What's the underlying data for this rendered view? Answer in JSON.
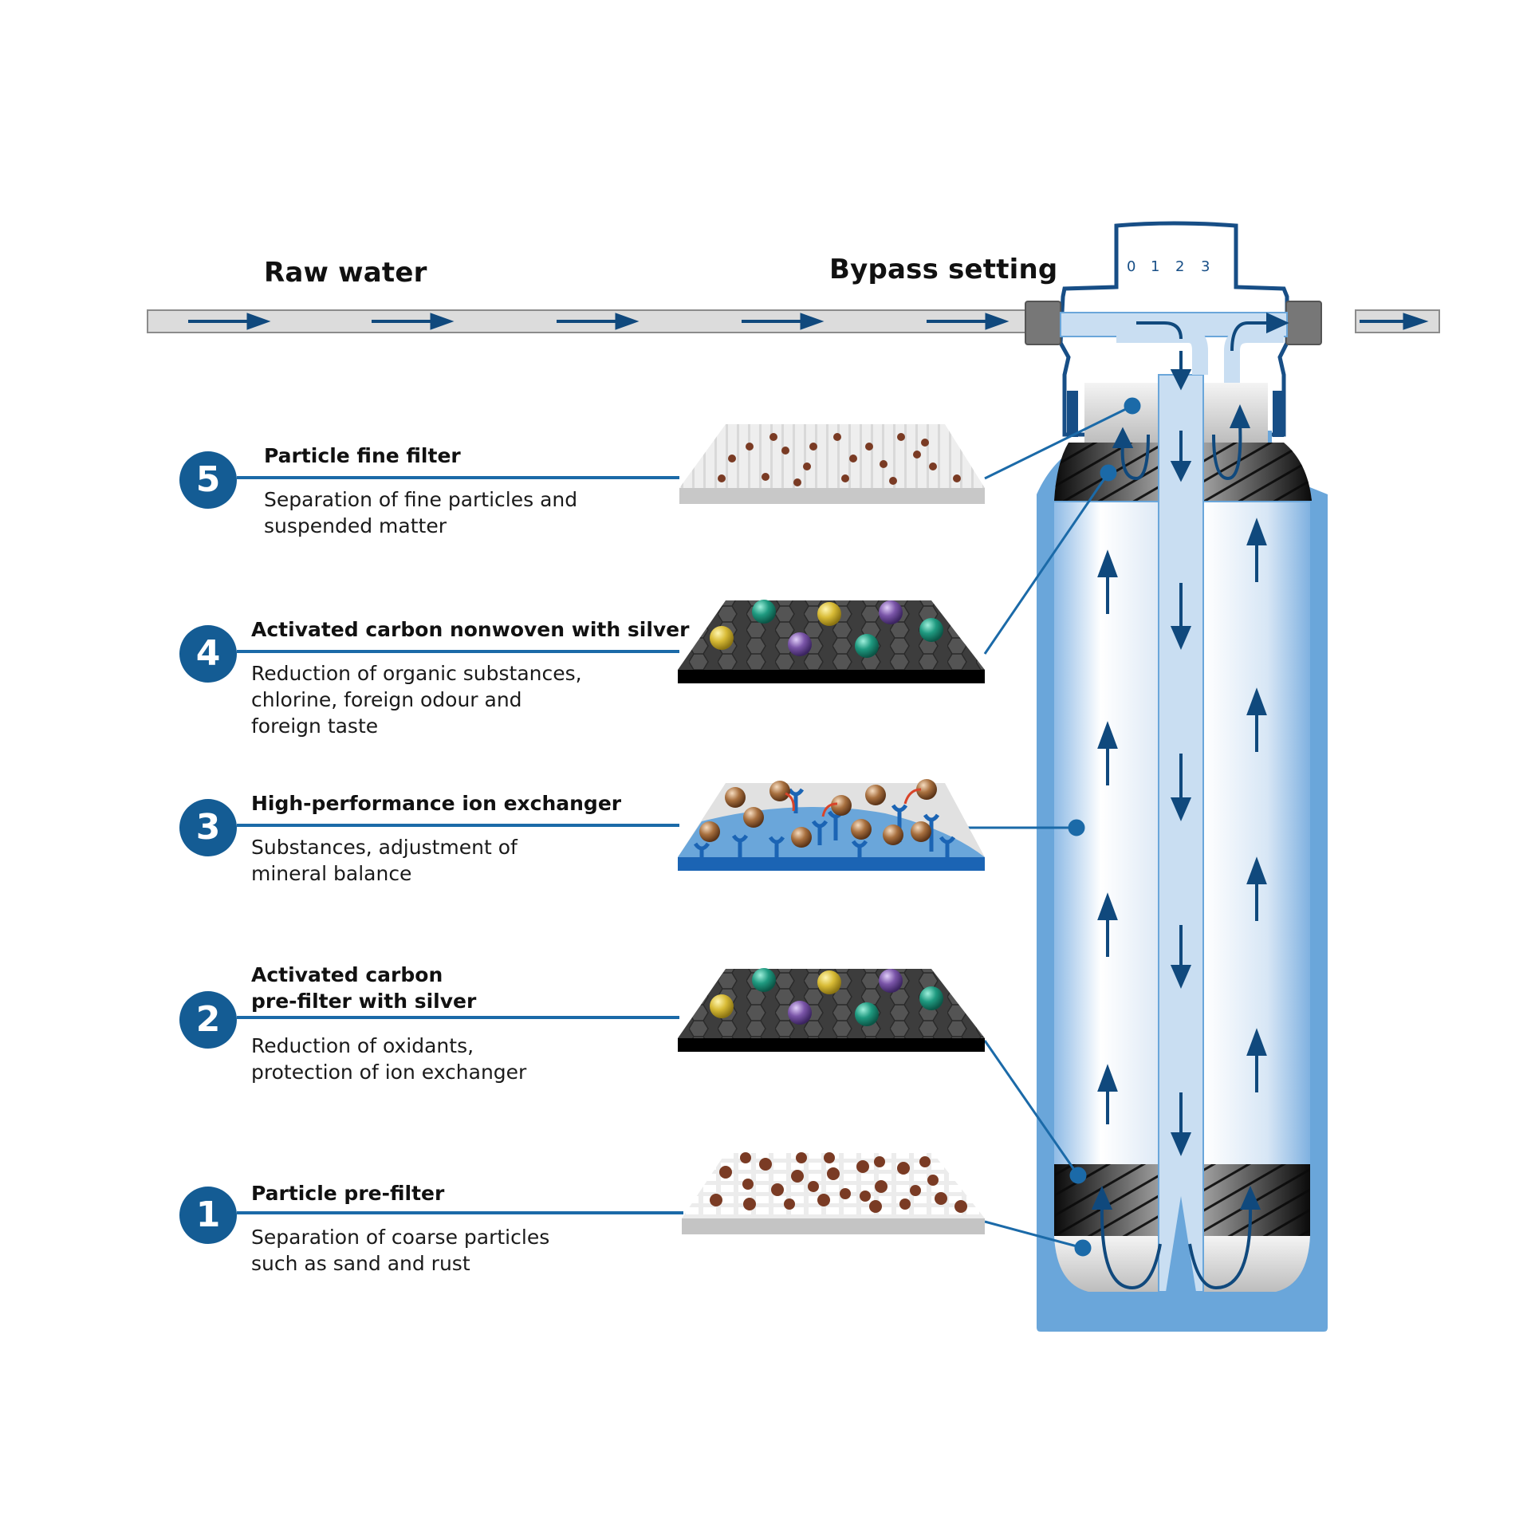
{
  "header": {
    "raw_water": "Raw water",
    "bypass_setting": "Bypass setting",
    "bypass_scale": [
      "0",
      "1",
      "2",
      "3"
    ]
  },
  "stages": [
    {
      "number": "5",
      "title": [
        "Particle fine filter"
      ],
      "description": [
        "Separation of fine particles and",
        "suspended matter"
      ],
      "illustration": "fine-filter-layer"
    },
    {
      "number": "4",
      "title": [
        "Activated carbon nonwoven with silver"
      ],
      "description": [
        "Reduction of organic substances,",
        "chlorine, foreign odour and",
        "foreign taste"
      ],
      "illustration": "activated-carbon-layer"
    },
    {
      "number": "3",
      "title": [
        "High-performance ion exchanger"
      ],
      "description": [
        "Substances, adjustment of",
        "mineral balance"
      ],
      "illustration": "ion-exchanger-layer"
    },
    {
      "number": "2",
      "title": [
        "Activated carbon",
        "pre-filter with silver"
      ],
      "description": [
        "Reduction of oxidants,",
        "protection of ion exchanger"
      ],
      "illustration": "activated-carbon-layer"
    },
    {
      "number": "1",
      "title": [
        "Particle pre-filter"
      ],
      "description": [
        "Separation of coarse particles",
        "such as sand and rust"
      ],
      "illustration": "pre-filter-layer"
    }
  ],
  "colors": {
    "brand_blue": "#145c94",
    "leader_blue": "#1b6aa8",
    "housing_blue": "#6aa6da",
    "water_light": "#c9def2",
    "pipe_grey": "#d9d9d9",
    "sphere_yellow": "#d8bb36",
    "sphere_teal": "#1f9a80",
    "sphere_purple": "#7a55a8",
    "particle_brown": "#7a3b24"
  }
}
